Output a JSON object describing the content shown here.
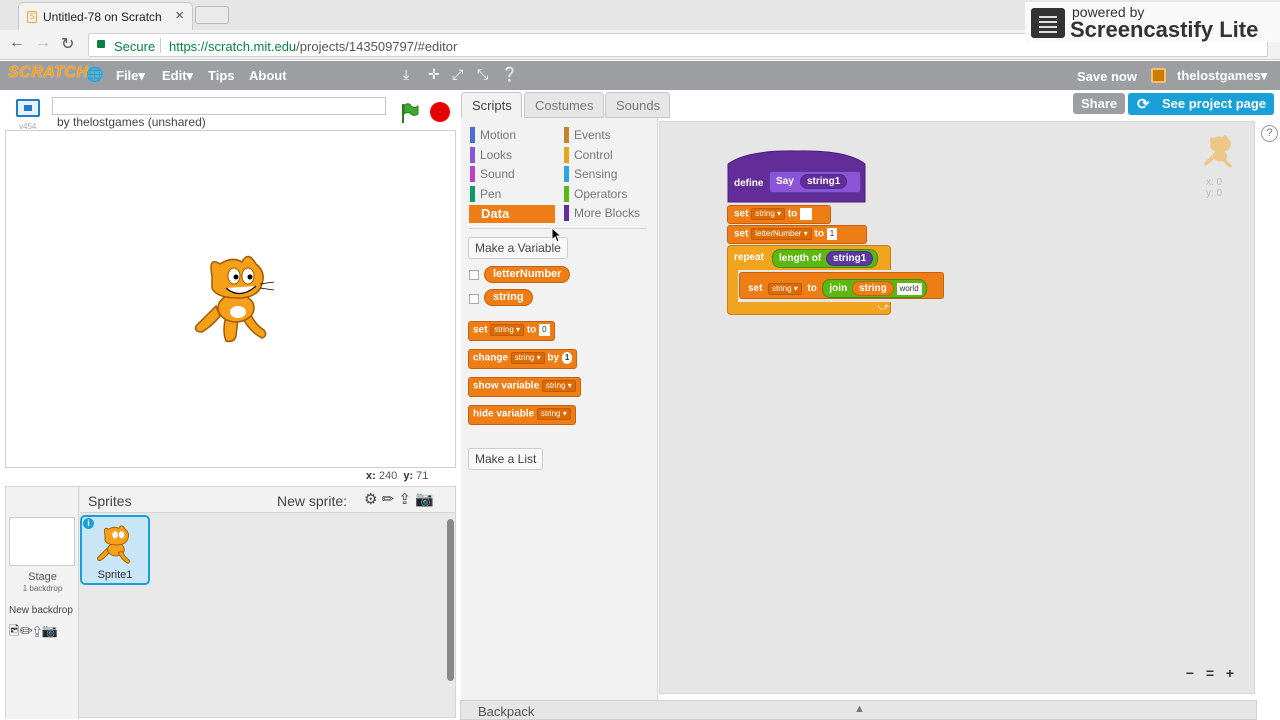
{
  "browser": {
    "tab_title": "Untitled-78 on Scratch",
    "tab_close": "×",
    "secure_label": "Secure",
    "url_domain": "https://scratch.mit.edu",
    "url_path": "/projects/143509797/#editor"
  },
  "screencastify": {
    "powered_by": "powered by",
    "brand": "Screencastify Lite"
  },
  "menubar": {
    "logo": "SCRATCH",
    "file": "File▾",
    "edit": "Edit▾",
    "tips": "Tips",
    "about": "About",
    "save_now": "Save now",
    "username": "thelostgames▾"
  },
  "stage": {
    "version": "v454",
    "byline": "by thelostgames (unshared)",
    "coords_x_label": "x:",
    "coords_x": "240",
    "coords_y_label": "y:",
    "coords_y": "71"
  },
  "sprites": {
    "title": "Sprites",
    "new_sprite": "New sprite:",
    "stage_label": "Stage",
    "backdrop_count": "1 backdrop",
    "new_backdrop": "New backdrop",
    "sprite1": "Sprite1",
    "info": "i"
  },
  "tabs": {
    "scripts": "Scripts",
    "costumes": "Costumes",
    "sounds": "Sounds"
  },
  "categories": {
    "motion": "Motion",
    "looks": "Looks",
    "sound": "Sound",
    "pen": "Pen",
    "data": "Data",
    "events": "Events",
    "control": "Control",
    "sensing": "Sensing",
    "operators": "Operators",
    "more_blocks": "More Blocks",
    "colors": {
      "motion": "#4a6cd4",
      "looks": "#8a55d7",
      "sound": "#bb42c3",
      "pen": "#0e9a6c",
      "data": "#ee7d16",
      "events": "#c88330",
      "control": "#e1a91a",
      "sensing": "#2ca5e2",
      "operators": "#5cb712",
      "more_blocks": "#632d99"
    }
  },
  "palette": {
    "make_variable": "Make a Variable",
    "var1": "letterNumber",
    "var2": "string",
    "set_kw": "set",
    "set_var": "string",
    "to_kw": "to",
    "set_val": "0",
    "change_kw": "change",
    "change_var": "string",
    "by_kw": "by",
    "change_val": "1",
    "show_kw": "show variable",
    "show_var": "string",
    "hide_kw": "hide variable",
    "hide_var": "string",
    "make_list": "Make a List"
  },
  "header_buttons": {
    "share": "Share",
    "see_project": "See project page"
  },
  "script": {
    "define_kw": "define",
    "say_kw": "Say",
    "param": "string1",
    "set1_kw": "set",
    "set1_var": "string",
    "set1_to": "to",
    "set2_kw": "set",
    "set2_var": "letterNumber",
    "set2_to": "to",
    "set2_val": "1",
    "repeat_kw": "repeat",
    "length_kw": "length of",
    "length_arg": "string1",
    "inner_set_kw": "set",
    "inner_var": "string",
    "inner_to": "to",
    "join_kw": "join",
    "join_arg1": "string",
    "join_arg2": "world"
  },
  "sprite_info": {
    "x": "x: 0",
    "y": "y: 0"
  },
  "zoom": {
    "out": "−",
    "reset": "=",
    "in": "+"
  },
  "backpack": {
    "label": "Backpack",
    "arrow": "▲"
  }
}
